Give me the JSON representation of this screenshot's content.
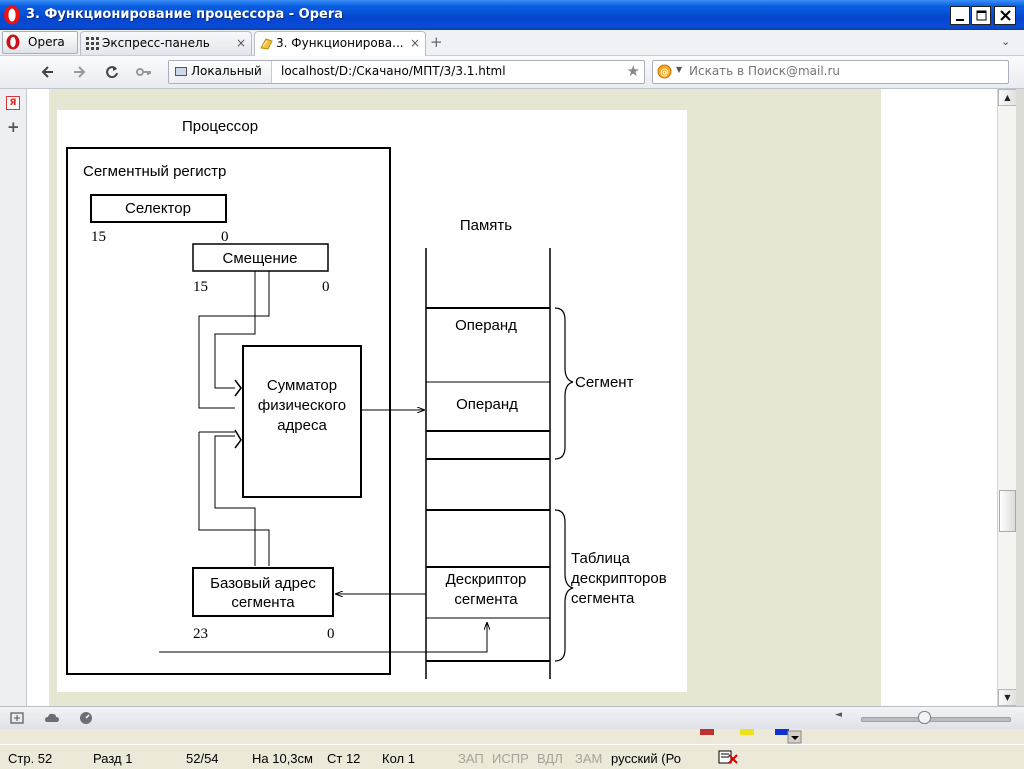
{
  "window": {
    "title": "3. Функционирование процессора - Opera",
    "buttons": [
      "minimize",
      "maximize",
      "close"
    ]
  },
  "tabs": {
    "menu_label": "Opera",
    "items": [
      {
        "label": "Экспресс-панель",
        "close": "×",
        "icon": "grid-icon"
      },
      {
        "label": "3. Функционирова...",
        "close": "×",
        "icon": "page-icon",
        "active": true
      }
    ],
    "add": "+",
    "menu_glyph": "⌄"
  },
  "address_bar": {
    "security_label": "Локальный",
    "url": "localhost/D:/Скачано/МПТ/3/3.1.html",
    "bookmark_glyph": "★"
  },
  "search": {
    "placeholder": "Искать в Поиск@mail.ru"
  },
  "sidebar": {
    "yandex_label": "Я",
    "add_glyph": "+"
  },
  "diagram": {
    "processor_label": "Процессор",
    "segment_register_label": "Сегментный регистр",
    "selector_label": "Селектор",
    "selector_bits": {
      "high": "15",
      "low": "0"
    },
    "offset_label": "Смещение",
    "offset_bits": {
      "high": "15",
      "low": "0"
    },
    "adder_lines": [
      "Сумматор",
      "физического",
      "адреса"
    ],
    "base_lines": [
      "Базовый адрес",
      "сегмента"
    ],
    "base_bits": {
      "high": "23",
      "low": "0"
    },
    "memory_label": "Память",
    "operand_1": "Операнд",
    "operand_2": "Операнд",
    "segment_label": "Сегмент",
    "descriptor_lines": [
      "Дескриптор",
      "сегмента"
    ],
    "table_lines": [
      "Таблица",
      "дескрипторов",
      "сегмента"
    ]
  },
  "scrollbar": {
    "up_glyph": "▲",
    "down_glyph": "▼"
  },
  "bottom_bar": {
    "zoom_minus": "◄"
  },
  "word_status": {
    "page": "Стр. 52",
    "section": "Разд 1",
    "pages": "52/54",
    "position": "На 10,3см",
    "line": "Ст 12",
    "column": "Кол 1",
    "rec": "ЗАП",
    "trk": "ИСПР",
    "ext": "ВДЛ",
    "ovr": "ЗАМ",
    "language": "русский (Ро"
  },
  "colors": {
    "titlebar": "#0a4bd6",
    "page_background": "#e5e7d2",
    "opera_red": "#cc0f16"
  }
}
